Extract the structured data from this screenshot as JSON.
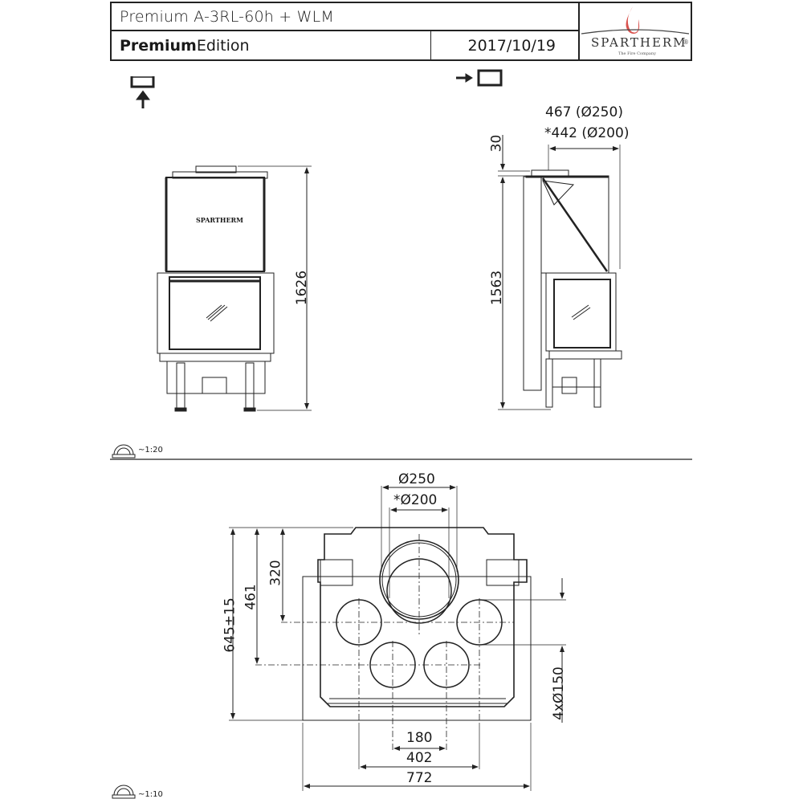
{
  "header": {
    "title": "Premium A-3RL-60h + WLM",
    "edition_bold": "Premium",
    "edition_rest": "Edition",
    "date": "2017/10/19",
    "brand": "SPARTHERM",
    "brand_tagline": "The Fire Company",
    "brand_reg": "®",
    "brand_flame_color": "#d9534f"
  },
  "views": {
    "front": {
      "icon": "front-view-icon",
      "height_dim": "1626",
      "logo_text": "SPARTHERM"
    },
    "side": {
      "icon": "side-view-icon",
      "height_dim": "1563",
      "top_offset_dim": "30",
      "depth_dim_1": "467 (Ø250)",
      "depth_dim_2": "*442 (Ø200)"
    },
    "scale_upper": "~1:20",
    "top": {
      "dia_outer": "Ø250",
      "dia_inner": "*Ø200",
      "dim_320": "320",
      "dim_461": "461",
      "dim_645": "645±15",
      "dim_holes": "4xØ150",
      "dim_180": "180",
      "dim_402": "402",
      "dim_772": "772"
    },
    "scale_lower": "~1:10"
  }
}
